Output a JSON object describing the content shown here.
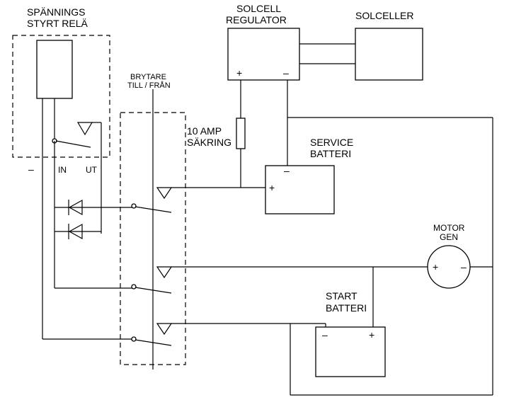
{
  "labels": {
    "relay_line1": "SPÄNNINGS",
    "relay_line2": "STYRT RELÄ",
    "relay_minus": "–",
    "relay_in": "IN",
    "relay_out": "UT",
    "switch_line1": "BRYTARE",
    "switch_line2": "TILL / FRÅN",
    "fuse_line1": "10 AMP",
    "fuse_line2": "SÄKRING",
    "regulator_line1": "SOLCELL",
    "regulator_line2": "REGULATOR",
    "solar": "SOLCELLER",
    "service_line1": "SERVICE",
    "service_line2": "BATTERI",
    "motor_line1": "MOTOR",
    "motor_line2": "GEN",
    "start_line1": "START",
    "start_line2": "BATTERI",
    "plus": "+",
    "minus": "–"
  },
  "colors": {
    "stroke": "#000000",
    "background": "#ffffff"
  }
}
